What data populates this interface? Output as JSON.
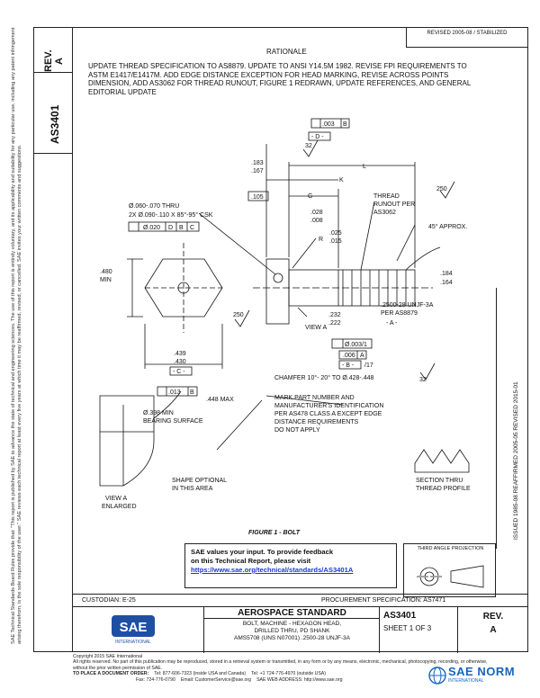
{
  "side": {
    "rev_label": "REV.",
    "rev_value": "A",
    "doc_no": "AS3401",
    "notice": "SAE Technical Standards Board Rules provide that: \"This report is published by SAE to advance the state of technical and engineering sciences. The use of this report is entirely voluntary, and its applicability and suitability for any particular use, including any patent infringement arising therefrom, is the sole responsibility of the user.\" SAE reviews each technical report at least every five years at which time it may be reaffirmed, revised, or cancelled. SAE invites your written comments and suggestions."
  },
  "history_box": "REVISED 2005-08 / STABILIZED",
  "rationale": {
    "title": "RATIONALE",
    "body": "UPDATE THREAD SPECIFICATION TO AS8879. UPDATE TO ANSI Y14.5M 1982. REVISE FPI REQUIREMENTS TO ASTM E1417/E1417M. ADD EDGE DISTANCE EXCEPTION FOR HEAD MARKING, REVISE ACROSS POINTS DIMENSION, ADD AS3062 FOR THREAD RUNOUT, FIGURE 1 REDRAWN, UPDATE REFERENCES, AND GENERAL EDITORIAL UPDATE"
  },
  "right_strip_text": "ISSUED 1985-08   REAFFIRMED 2005-05   REVISED 2015-01",
  "drawing": {
    "labels": {
      "dim_183": ".183",
      "dim_167": ".167",
      "dim_k": "K",
      "dim_l": "L",
      "dim_g": "G",
      "dim_105": ".105",
      "thread_runout_1": "THREAD",
      "thread_runout_2": "RUNOUT PER",
      "thread_runout_3": "AS3062",
      "surf_250_top": "250",
      "angle_45": "45° APPROX.",
      "surf_32_top": "32",
      "frame_003": ".003",
      "frame_b": "B",
      "datum_d": "- D -",
      "drill_1": "Ø.060-.070 THRU",
      "drill_2": "2X Ø.090-.110 X 85°-95° CSK",
      "frame_020_1": "Ø.020",
      "frame_020_d": "D",
      "frame_020_b": "B",
      "frame_020_c": "C",
      "dim_028": ".028",
      "dim_008": ".008",
      "dim_r": "R",
      "dim_025": ".025",
      "dim_015": ".015",
      "dim_480": ".480",
      "dim_min": "MIN",
      "dim_184": ".184",
      "dim_164": ".164",
      "thread_spec_1": ".2500-28 UNJF-3A",
      "thread_spec_2": "PER AS8879",
      "datum_a": "- A -",
      "surf_250_left": "250",
      "dim_232": ".232",
      "dim_222": ".222",
      "view_a": "VIEW A",
      "frame_0031": "Ø.003/1",
      "frame_006": ".006",
      "frame_a": "A",
      "datum_b": "- B -",
      "dim_17": "/17",
      "dim_439": ".439",
      "dim_430": ".430",
      "datum_c": "- C -",
      "frame_013": ".013",
      "frame_013_b": "B",
      "chamfer": "CHAMFER 10°- 20° TO Ø.428-.448",
      "surf_32_right": "32",
      "max_448": ".448 MAX",
      "mark_1": "MARK PART NUMBER AND",
      "mark_2": "MANUFACTURER'S IDENTIFICATION",
      "mark_3": "PER AS478 CLASS A EXCEPT EDGE",
      "mark_4": "DISTANCE REQUIREMENTS",
      "mark_5": "DO NOT APPLY",
      "bearing_1": "Ø.398 MIN",
      "bearing_2": "BEARING SURFACE",
      "section_1": "SECTION THRU",
      "section_2": "THREAD PROFILE",
      "shape_1": "SHAPE OPTIONAL",
      "shape_2": "IN THIS AREA",
      "view_a_enl_1": "VIEW A",
      "view_a_enl_2": "ENLARGED"
    },
    "figure_title": "FIGURE 1 - BOLT"
  },
  "feedback": {
    "line1": "SAE values your input. To provide feedback",
    "line2": "on this Technical Report, please visit",
    "link": "https://www.sae.org/technical/standards/AS3401A"
  },
  "projection": {
    "label": "THIRD ANGLE PROJECTION"
  },
  "custodian": "CUSTODIAN: E-25",
  "procurement": "PROCUREMENT SPECIFICATION: AS7471",
  "title_block": {
    "logo_text": "SAE",
    "logo_sub": "INTERNATIONAL",
    "std_title": "AEROSPACE STANDARD",
    "subtitle_1": "BOLT, MACHINE - HEXAGON HEAD,",
    "subtitle_2": "DRILLED THRU, PD SHANK",
    "subtitle_3": "AMS5708 (UNS N07001) .2500-28 UNJF-3A",
    "doc_no": "AS3401",
    "sheet": "SHEET 1 OF 3",
    "rev_label": "REV.",
    "rev_value": "A"
  },
  "footer": {
    "copyright": "Copyright 2015 SAE International",
    "rights": "All rights reserved. No part of this publication may be reproduced, stored in a retrieval system or transmitted, in any form or by any means, electronic, mechanical, photocopying, recording, or otherwise, without the prior written permission of SAE.",
    "order_label": "TO PLACE A DOCUMENT ORDER:",
    "tel_1": "Tel: 877-606-7323 (inside USA and Canada)",
    "tel_2": "Tel: +1 724-776-4970 (outside USA)",
    "fax": "Fax: 724-776-0790",
    "email": "Email: CustomerService@sae.org",
    "web": "SAE WEB ADDRESS: http://www.sae.org"
  },
  "watermark": {
    "text": "SAE NORM",
    "sub": "INTERNATIONAL"
  }
}
